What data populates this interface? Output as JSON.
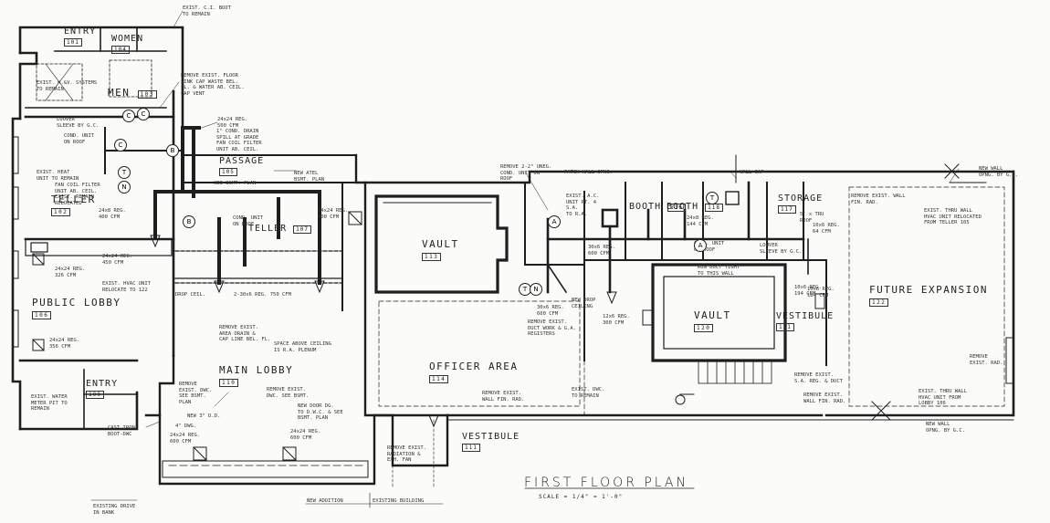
{
  "title": "FIRST FLOOR PLAN",
  "scale": "SCALE = 1/4\" = 1'-0\"",
  "rooms": [
    {
      "name": "ENTRY",
      "number": "101"
    },
    {
      "name": "WOMEN",
      "number": "104"
    },
    {
      "name": "MEN",
      "number": "103"
    },
    {
      "name": "PASSAGE",
      "number": "105"
    },
    {
      "name": "TELLER",
      "number": "107"
    },
    {
      "name": "TELLER",
      "number": "102"
    },
    {
      "name": "PUBLIC LOBBY",
      "number": "106"
    },
    {
      "name": "ENTRY",
      "number": "100"
    },
    {
      "name": "MAIN LOBBY",
      "number": "110"
    },
    {
      "name": "VAULT",
      "number": "113"
    },
    {
      "name": "OFFICER AREA",
      "number": "114"
    },
    {
      "name": "VESTIBULE",
      "number": "111"
    },
    {
      "name": "BOOTH",
      "number": "116"
    },
    {
      "name": "BOOTH",
      "number": "118"
    },
    {
      "name": "STORAGE",
      "number": "117"
    },
    {
      "name": "VAULT",
      "number": "120"
    },
    {
      "name": "VESTIBULE",
      "number": "121"
    },
    {
      "name": "FUTURE EXPANSION",
      "number": "122"
    }
  ],
  "notes": [
    "EXIST. C.I. BOOT\nTO REMAIN",
    "EXIST. H.&V. SYSTEMS\nTO REMAIN",
    "REMOVE EXIST. FLOOR\nSINK CAP WASTE BEL.\nFL. & WATER AB. CEIL.\nCAP VENT",
    "24x24 REG.\n500 CFM",
    "1\" COND. DRAIN\nSPILL AT GRADE",
    "FAN COIL FILTER\nUNIT AB. CEIL.",
    "LOUVER\nSLEEVE BY G.C.",
    "COND. UNIT\nON ROOF",
    "EXIST. HEAT\nUNIT TO REMAIN",
    "FAN COIL FILTER\nUNIT AB. CEIL.\nEXIST. REMAIN\nRELOCATED",
    "24x8 REG.\n400 CFM",
    "SEE BSMT. PLAN",
    "NEW ATEL\nBSMT. PLAN",
    "COND. UNIT\nON ROOF",
    "24x24 REG.\n400 CFM",
    "24x24 REG.\n326 CFM",
    "24x24 REG.\n450 CFM",
    "EXIST. HVAC UNIT\nRELOCATE TO 122",
    "DROP CEIL.",
    "2-30x6 REG. 750 CFM",
    "REMOVE EXIST.\nAREA DRAIN &\nCAP LINE BEL. FL.",
    "SPACE ABOVE CEILING\nIS R.A. PLENUM",
    "24x24 REG.\n356 CFM",
    "REMOVE\nEXIST. DWC.\nSEE BSMT.\nPLAN",
    "EXIST. WATER\nMETER PIT TO\nREMAIN",
    "NEW 3\" D.D.",
    "4\" DWG.",
    "CAST IRON\nBOOT-DWC",
    "REMOVE EXIST.\nDWC. SEE BSMT.",
    "NEW DOOR DG.\nTO D.W.C. & SEE\nBSMT. PLAN",
    "24x24 REG.\n600 CFM",
    "24x24 REG.\n600 CFM",
    "REMOVE EXIST.\nRADIATION &\nEXH. FAN",
    "EXISTING DRIVE\nIN BANK",
    "NEW ADDITION",
    "EXISTING BUILDING",
    "REMOVE 2-2\" UNEG.\nCOND. UNIT ON\nROOF",
    "PATCH WALL OPNG.",
    "EXIST. A.C.\nUNIT PT. 4\nS.A.\nTO R.A.",
    "WALL CAP",
    "NEW WALL\nOPNG. BY G.C.",
    "REMOVE EXIST. WALL\nFIN. RAD.",
    "EXIST. THRU WALL\nHVAC UNIT RELOCATED\nFROM TELLER 105",
    "RUN DUCT TIGHT\nTO THIS WALL",
    "NEW DROP\nCEILING",
    "30x6 REG.\n600 CFM",
    "REMOVE EXIST.\nDUCT WORK & G.A.\nREGISTERS",
    "12x6 REG.\n300 CFM",
    "10x6 REG.\n194 CFM",
    "REMOVE\nEXIST. RAD.",
    "REMOVE EXIST.\nS.A. REG. & DUCT",
    "REMOVE EXIST.\nWALL FIN. RAD.",
    "EXIST. THRU WALL\nHVAC UNIT FROM\nLOBBY 106",
    "NEW WALL\nOPNG. BY G.C.",
    "REMOVE EXIST.\nWALL FIN. RAD.",
    "EXIST. DWC.\nTO REMAIN",
    "COND. UNIT\nON ROOF",
    "LOUVER\nSLEEVE BY G.C.",
    "5' x TRU\nROOF",
    "10x6 REG.\n64 CFM",
    "24x8 REG.\n144 CFM",
    "30x6 REG.\n600 CFM",
    "10x6 REG.\n184 CFM"
  ],
  "symbols": [
    "C",
    "C",
    "C",
    "B",
    "B",
    "N",
    "T",
    "T",
    "N",
    "T",
    "A",
    "A"
  ]
}
